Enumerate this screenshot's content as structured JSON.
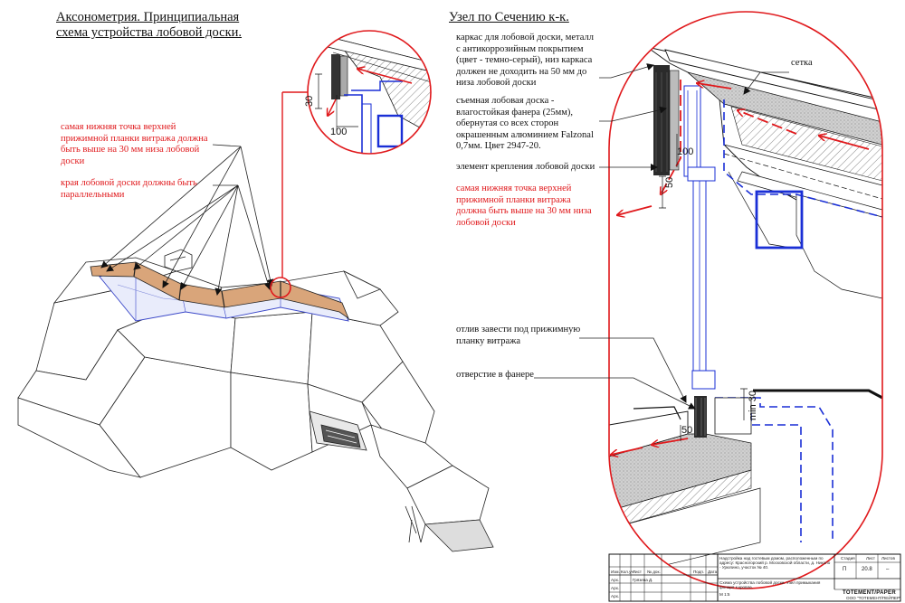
{
  "left_title": [
    "Аксонометрия. Принципиальная",
    "схема устройства лобовой доски."
  ],
  "right_title": "Узел по Сечению к-к.",
  "left_notes": {
    "note1": "самая нижняя точка верхней прижимной планки витража должна быть выше на 30 мм низа лобовой доски",
    "note2": "края лобовой доски должны быть параллельными"
  },
  "right_notes": {
    "frame": "каркас для лобовой доски, металл с антикоррозийным покрытием (цвет - темно-серый), низ каркаса должен не доходить на 50 мм до низа лобовой доски",
    "board": "съемная лобовая доска - влагостойкая фанера (25мм), обернутая со всех сторон окрашенным алюминием Falzonal 0,7мм. Цвет 2947-20.",
    "fastening": "элемент крепления лобовой доски",
    "lowest_point": "самая нижняя точка верхней прижимной планки витража должна быть выше на 30 мм низа лобовой доски",
    "mesh": "сетка",
    "drip": "отлив завести под прижимную планку витража",
    "hole": "отверстие в фанере"
  },
  "dimensions": {
    "d30_inset": "30",
    "d100_inset": "100",
    "d100": "100",
    "d50": "50",
    "d50_bottom": "50",
    "min30": "min 30"
  },
  "title_block": {
    "project": "Надстройка над гостевым домом, расположенным по адресу: Красногорский р. Московской области, д. Николо - Урюпино, участок № 40.",
    "sheet_title": "Схема устройства лобовой доски. Узел примыкания фонаря к кровле.",
    "scale": "М 1:5",
    "col_izm": "Изм.",
    "col_uch": "Кол.уч",
    "col_list": "Лист",
    "col_doc": "№ док.",
    "col_sign": "Подп.",
    "col_date": "Дата",
    "row1": "Арх.",
    "row1_name": "Грязева Д.",
    "row2": "Арх.",
    "row3": "Арх.",
    "stage_label": "Стадия",
    "sheet_label": "Лист",
    "sheets_label": "Листов",
    "stage": "П",
    "sheet_no": "20.8",
    "sheets": "–",
    "company": "TOTEMENT/PAPER",
    "company_sub": "ООО \"ТОТЕМЕНТ/ПЕЙПЕР\""
  },
  "colors": {
    "red": "#e0191c",
    "blue": "#1a2fd6",
    "board_brown": "#d9a57a",
    "insulation_grey": "#bfbfbf",
    "line": "#111111"
  }
}
